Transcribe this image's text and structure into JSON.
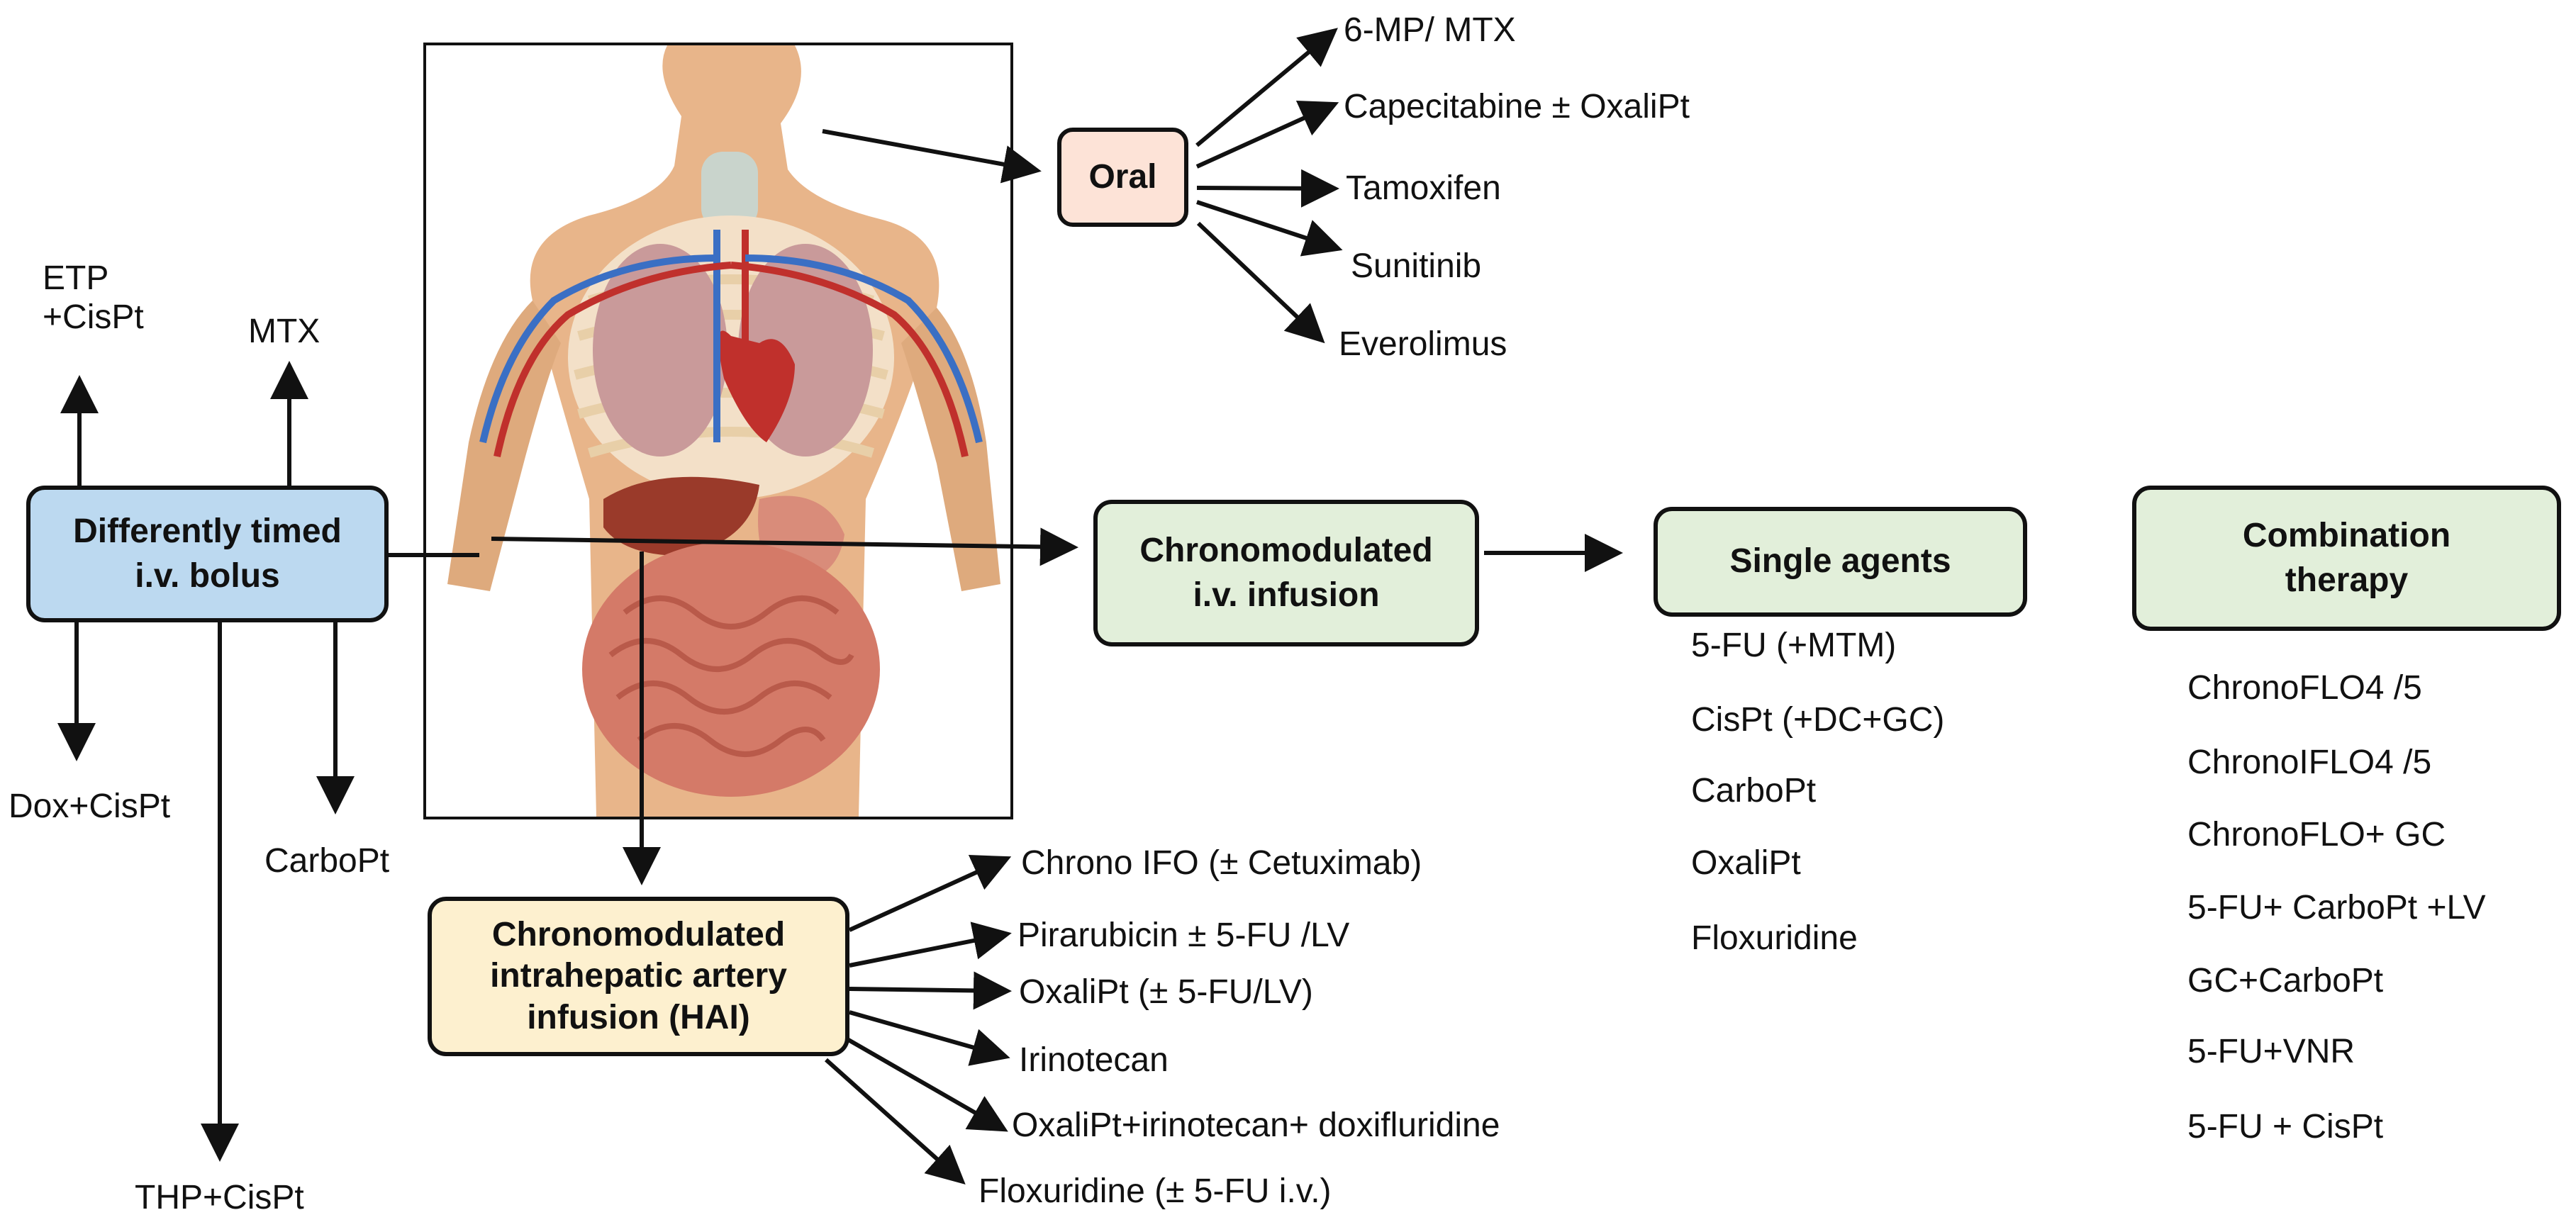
{
  "colors": {
    "blue_box": "#bcd9f0",
    "green_box": "#e2efda",
    "peach_box": "#fde3d7",
    "yellow_box": "#fdf0cf",
    "skin": "#e8b58a",
    "arrow": "#111111"
  },
  "nodes": {
    "bolus": "Differently timed\ni.v. bolus",
    "oral": "Oral",
    "infusion": "Chronomodulated\ni.v. infusion",
    "single": "Single agents",
    "combination": "Combination\ntherapy",
    "hai": "Chronomodulated\nintrahepatic artery\ninfusion (HAI)"
  },
  "bolus_targets": {
    "etp": "ETP\n+CisPt",
    "mtx": "MTX",
    "dox": "Dox+CisPt",
    "carbopt": "CarboPt",
    "thp": "THP+CisPt"
  },
  "oral_drugs": [
    "6-MP/ MTX",
    "Capecitabine ± OxaliPt",
    "Tamoxifen",
    "Sunitinib",
    "Everolimus"
  ],
  "hai_drugs": [
    "Chrono IFO (± Cetuximab)",
    "Pirarubicin ± 5-FU /LV",
    "OxaliPt (± 5-FU/LV)",
    "Irinotecan",
    "OxaliPt+irinotecan+ doxifluridine",
    "Floxuridine (± 5-FU i.v.)"
  ],
  "single_agents": [
    "5-FU (+MTM)",
    "CisPt (+DC+GC)",
    "CarboPt",
    "OxaliPt",
    "Floxuridine"
  ],
  "combination_therapies": [
    "ChronoFLO4 /5",
    "ChronoIFLO4 /5",
    "ChronoFLO+ GC",
    "5-FU+ CarboPt +LV",
    "GC+CarboPt",
    "5-FU+VNR",
    "5-FU + CisPt"
  ],
  "figure": {
    "icon": "human-anatomy-illustration"
  }
}
